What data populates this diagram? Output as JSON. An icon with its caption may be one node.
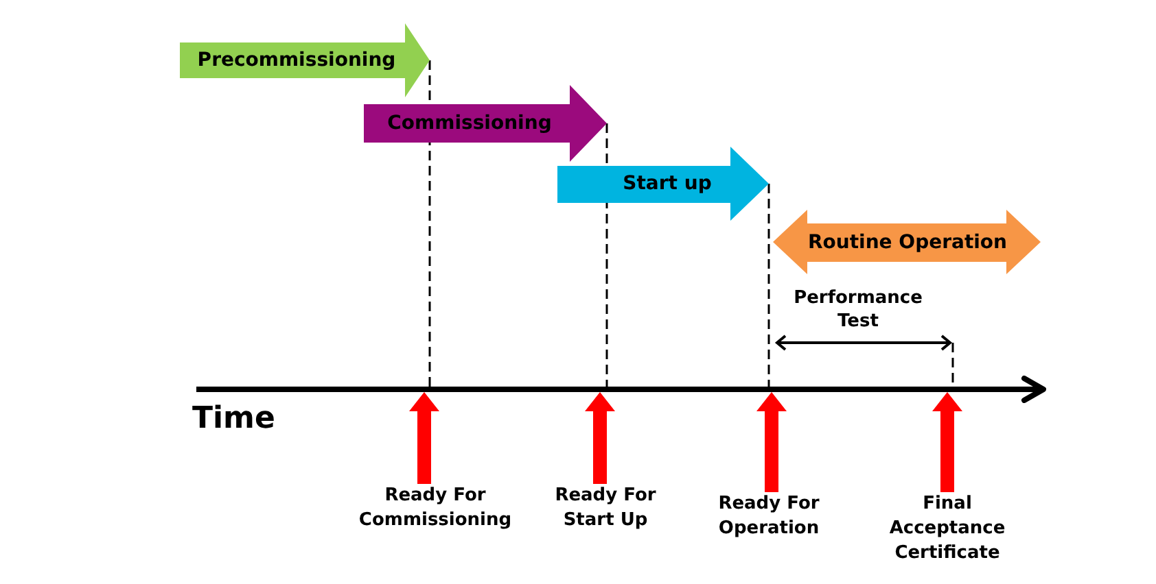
{
  "diagram": {
    "nodes": [
      {
        "text": [
          "Precommissioning"
        ]
      },
      {
        "text": [
          "Commissioning"
        ]
      },
      {
        "text": [
          "Start up"
        ]
      },
      {
        "text": [
          "Routine Operation"
        ]
      },
      {
        "text": [],
        "shape": "arrow",
        "beside": [
          "Time"
        ]
      },
      {
        "text": [
          "Ready For Commissioning"
        ]
      },
      {
        "text": [
          "Ready For Start Up"
        ]
      },
      {
        "text": [
          "Ready For Operation"
        ]
      },
      {
        "text": [
          "Final Acceptance Certificate"
        ]
      }
    ],
    "edges": [
      {
        "from": 5,
        "to": 4,
        "arrow": "to",
        "color": "#ff0000"
      },
      {
        "from": 6,
        "to": 4,
        "arrow": "to",
        "color": "#ff0000"
      },
      {
        "from": 7,
        "to": 4,
        "arrow": "to",
        "color": "#ff0000"
      },
      {
        "from": 8,
        "to": 4,
        "arrow": "to",
        "color": "#ff0000"
      }
    ],
    "labels": [
      "Performance Test"
    ]
  }
}
